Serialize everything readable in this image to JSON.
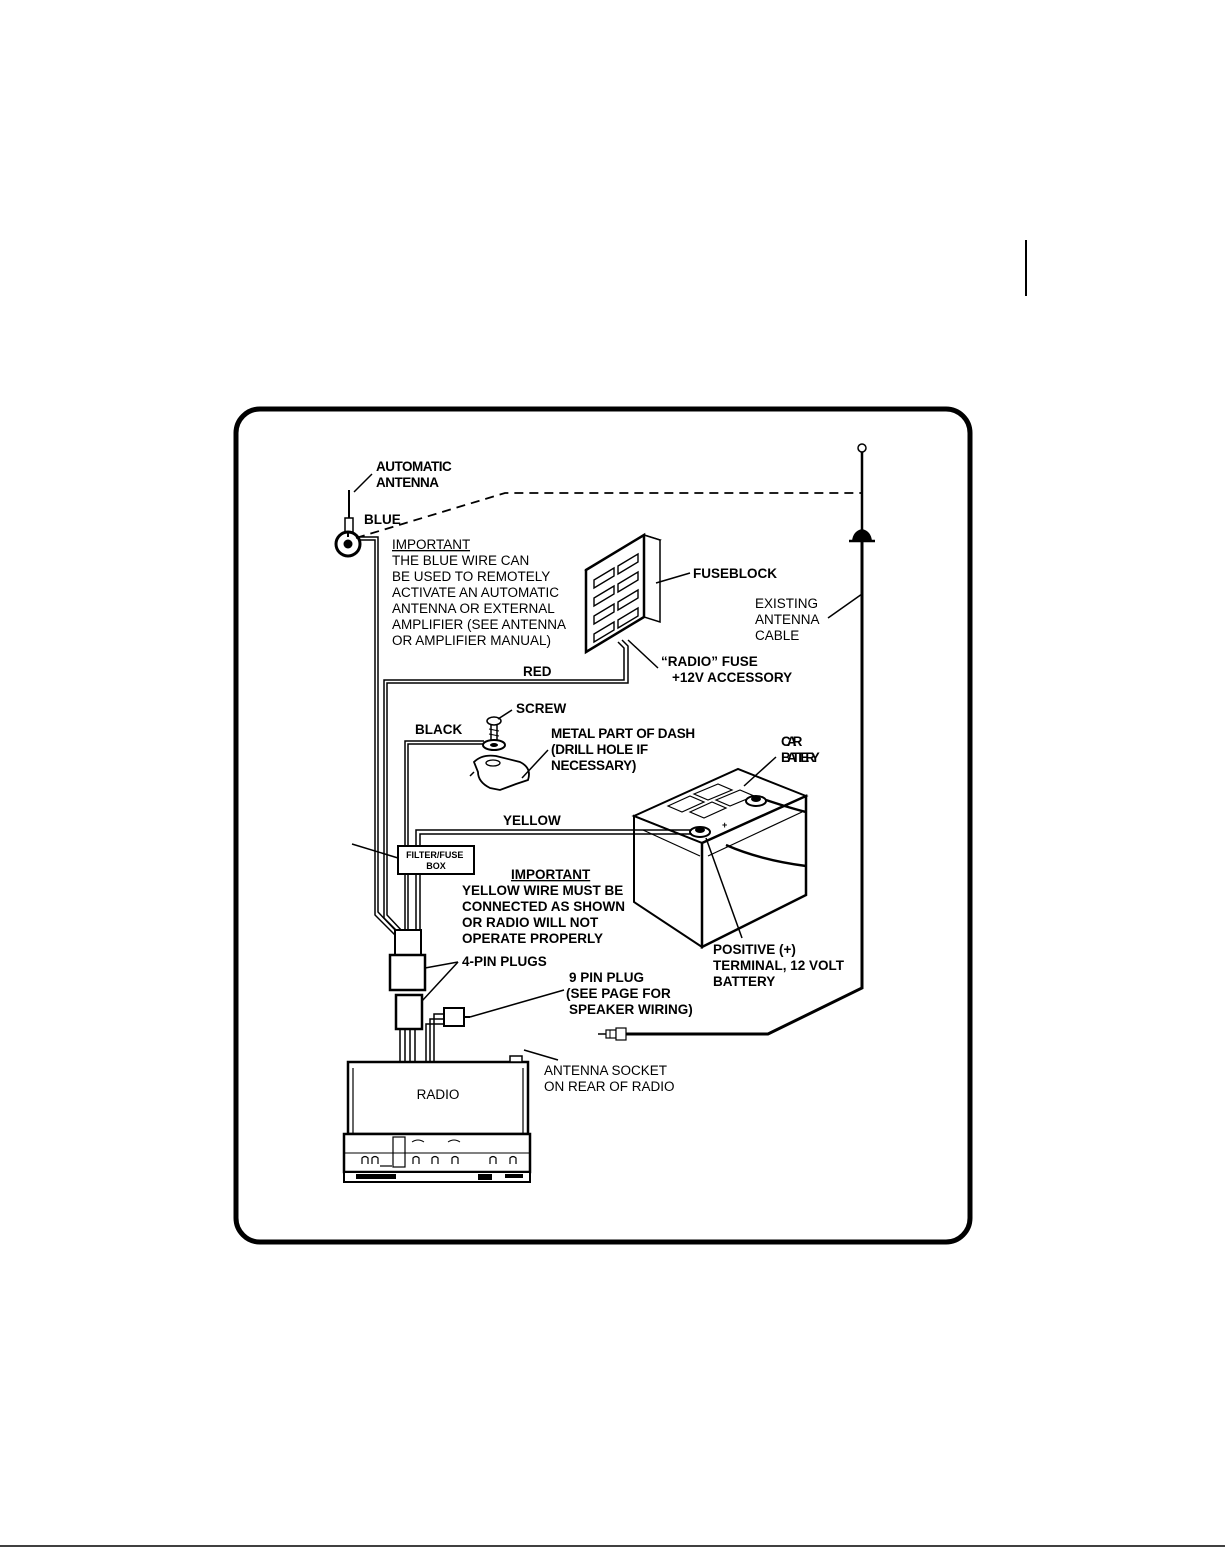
{
  "labels": {
    "automatic_antenna": [
      "AUTOMATIC",
      "ANTENNA"
    ],
    "blue": "BLUE",
    "important_1": {
      "heading": "IMPORTANT",
      "lines": [
        "THE BLUE WIRE CAN",
        "BE USED TO REMOTELY",
        "ACTIVATE AN AUTOMATIC",
        "ANTENNA OR EXTERNAL",
        "AMPLIFIER (SEE ANTENNA",
        "OR AMPLIFIER MANUAL)"
      ]
    },
    "fuseblock": "FUSEBLOCK",
    "existing_antenna_cable": [
      "EXISTING",
      "ANTENNA",
      "CABLE"
    ],
    "red": "RED",
    "radio_fuse": [
      "“RADIO” FUSE",
      "+12V ACCESSORY"
    ],
    "screw": "SCREW",
    "black": "BLACK",
    "metal_part": [
      "METAL PART OF DASH",
      "(DRILL  HOLE  IF",
      "NECESSARY)"
    ],
    "car_battery": [
      "CAR",
      "BATTERY"
    ],
    "yellow": "YELLOW",
    "filter_fuse_box": [
      "FILTER/FUSE",
      "BOX"
    ],
    "important_2": {
      "heading": "IMPORTANT",
      "lines": [
        "YELLOW WIRE MUST BE",
        "CONNECTED AS SHOWN",
        "OR RADIO WILL NOT",
        "OPERATE PROPERLY"
      ]
    },
    "four_pin_plugs": "4-PIN PLUGS",
    "nine_pin_plug": [
      "9 PIN PLUG",
      "(SEE PAGE    FOR",
      "SPEAKER WIRING)"
    ],
    "positive_terminal": [
      "POSITIVE (+)",
      "TERMINAL, 12 VOLT",
      "BATTERY"
    ],
    "antenna_socket": [
      "ANTENNA SOCKET",
      "ON REAR OF RADIO"
    ],
    "radio": "RADIO"
  }
}
